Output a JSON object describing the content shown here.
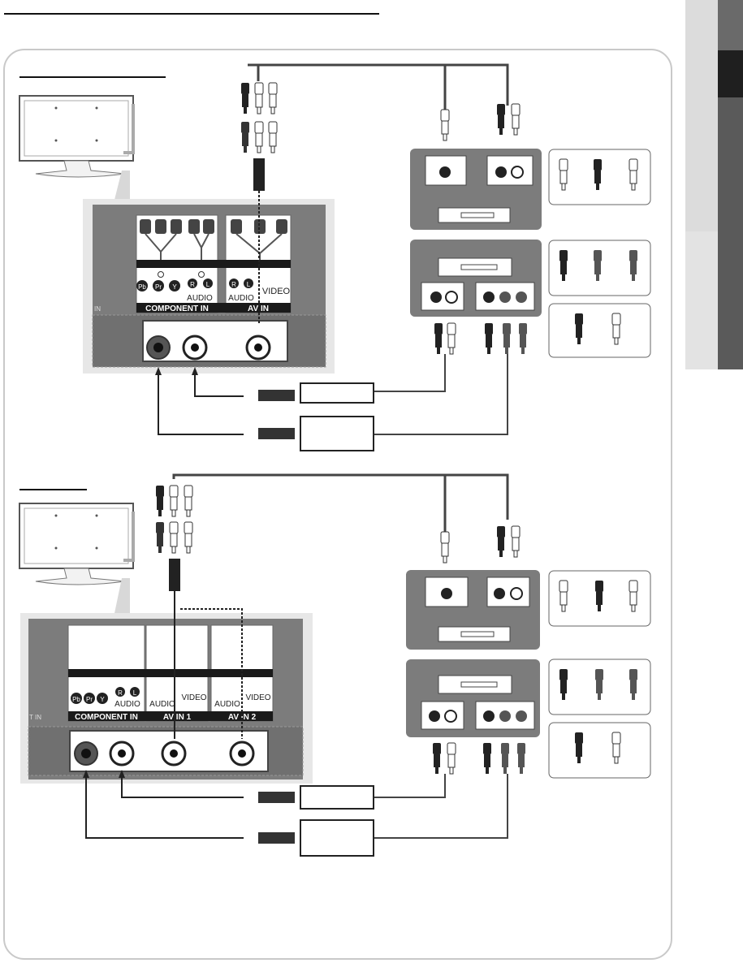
{
  "colors": {
    "panel_gray": "#7c7c7c",
    "panel_dark": "#555555",
    "tab_light": "#d9d9d9",
    "tab_dark": "#2b2b2b",
    "tab_mid": "#5c5c5c",
    "frame": "#c9c9c9"
  },
  "panels": {
    "top": {
      "component_label": "COMPONENT IN",
      "audio_label": "AUDIO",
      "audio_label_2": "AUDIO",
      "video_label": "VIDEO",
      "av_in_label": "AV IN",
      "r_label": "R",
      "l_label": "L",
      "pb_label": "Pb",
      "pr_label": "Pr",
      "y_label": "Y",
      "edge_label": "IN"
    },
    "bottom": {
      "component_label": "COMPONENT IN",
      "audio_label": "AUDIO",
      "audio_label_2": "AUDIO",
      "audio_label_3": "AUDIO",
      "video_label": "VIDEO",
      "video_label_2": "VIDEO",
      "av_in1_label": "AV IN 1",
      "av_in2_label": "AV IN 2",
      "r_label": "R",
      "l_label": "L",
      "pb_label": "Pb",
      "pr_label": "Pr",
      "y_label": "Y",
      "edge_label": "T IN"
    }
  },
  "icons": [
    "tv-back-icon",
    "dvd-player-icon",
    "vcr-icon",
    "rca-plug-icon",
    "3-5mm-jack-icon"
  ]
}
